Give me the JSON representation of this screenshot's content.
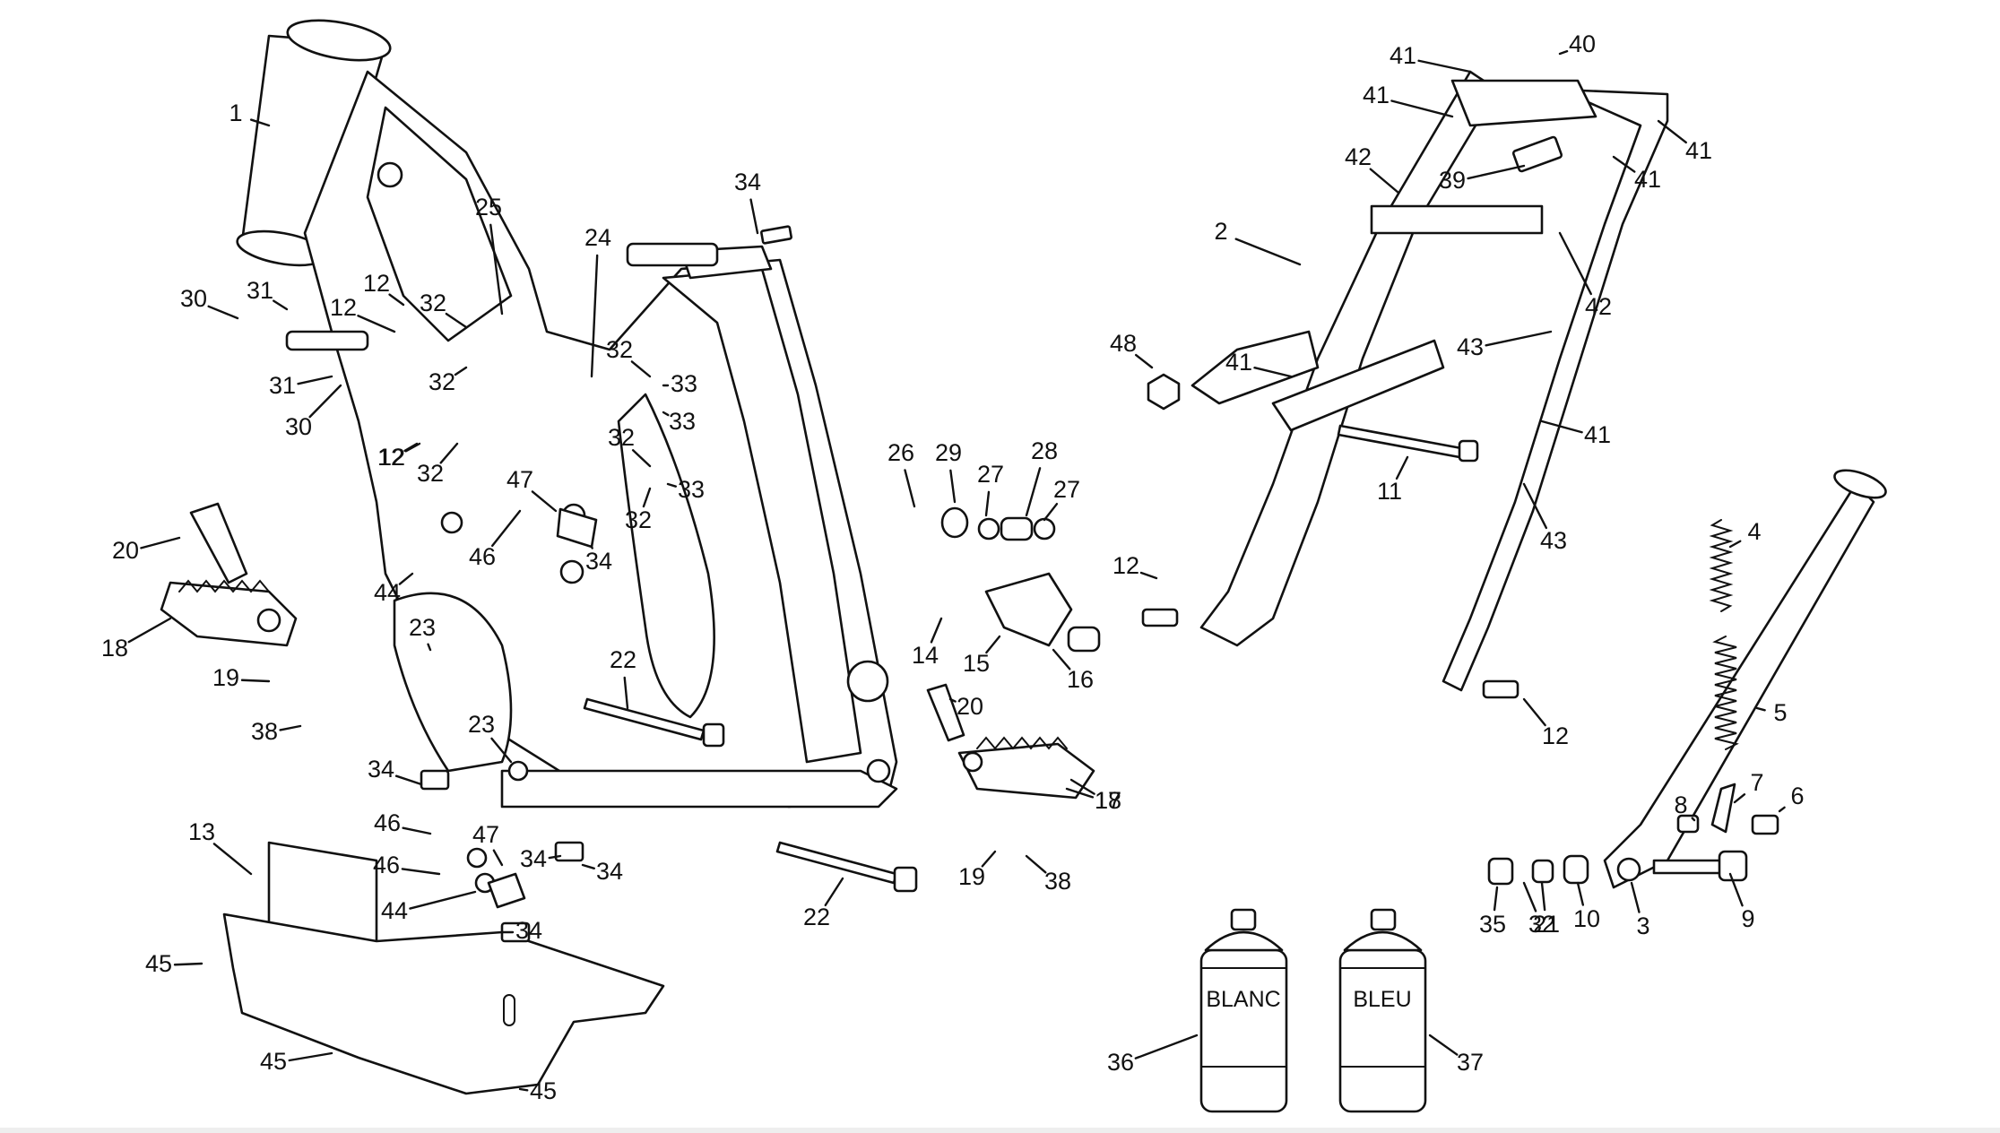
{
  "can_labels": {
    "left": "BLANC",
    "right": "BLEU"
  },
  "callouts": [
    "1",
    "2",
    "3",
    "4",
    "5",
    "6",
    "7",
    "8",
    "9",
    "10",
    "11",
    "12",
    "12",
    "12",
    "12",
    "12",
    "12",
    "13",
    "14",
    "15",
    "16",
    "17",
    "18",
    "18",
    "19",
    "19",
    "20",
    "20",
    "21",
    "22",
    "22",
    "23",
    "23",
    "24",
    "25",
    "26",
    "27",
    "27",
    "28",
    "29",
    "30",
    "30",
    "31",
    "31",
    "32",
    "32",
    "32",
    "32",
    "32",
    "32",
    "32",
    "33",
    "33",
    "33",
    "34",
    "34",
    "34",
    "34",
    "34",
    "34",
    "35",
    "36",
    "37",
    "38",
    "38",
    "39",
    "40",
    "41",
    "41",
    "41",
    "41",
    "41",
    "41",
    "42",
    "42",
    "43",
    "43",
    "44",
    "44",
    "45",
    "45",
    "45",
    "46",
    "46",
    "46",
    "47",
    "47",
    "48"
  ],
  "colors": {
    "line": "#111111",
    "background": "#ffffff"
  }
}
